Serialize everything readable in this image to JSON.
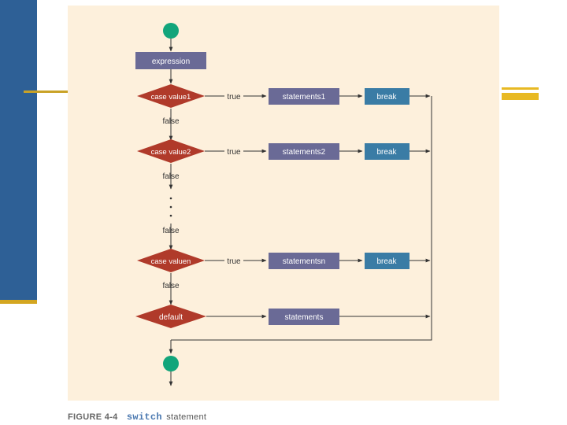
{
  "diagram": {
    "start_label": "",
    "expression": "expression",
    "cases": [
      {
        "condition": "case value1",
        "true_label": "true",
        "statements": "statements1",
        "break": "break",
        "false_label": "false"
      },
      {
        "condition": "case value2",
        "true_label": "true",
        "statements": "statements2",
        "break": "break",
        "false_label": "false"
      },
      {
        "condition": "case valuen",
        "true_label": "true",
        "statements": "statementsn",
        "break": "break",
        "false_label": "false"
      }
    ],
    "ellipsis_false_label": "false",
    "default": {
      "condition": "default",
      "statements": "statements"
    }
  },
  "caption": {
    "figure": "FIGURE 4-4",
    "keyword": "switch",
    "text": "statement"
  },
  "colors": {
    "terminal": "#12a57b",
    "process": "#6a6a96",
    "decision": "#b03a2a",
    "break": "#3a7ca5",
    "line": "#333333",
    "panel": "#fdf0dc",
    "sidebar": "#2e6096",
    "accent": "#e8b923"
  }
}
